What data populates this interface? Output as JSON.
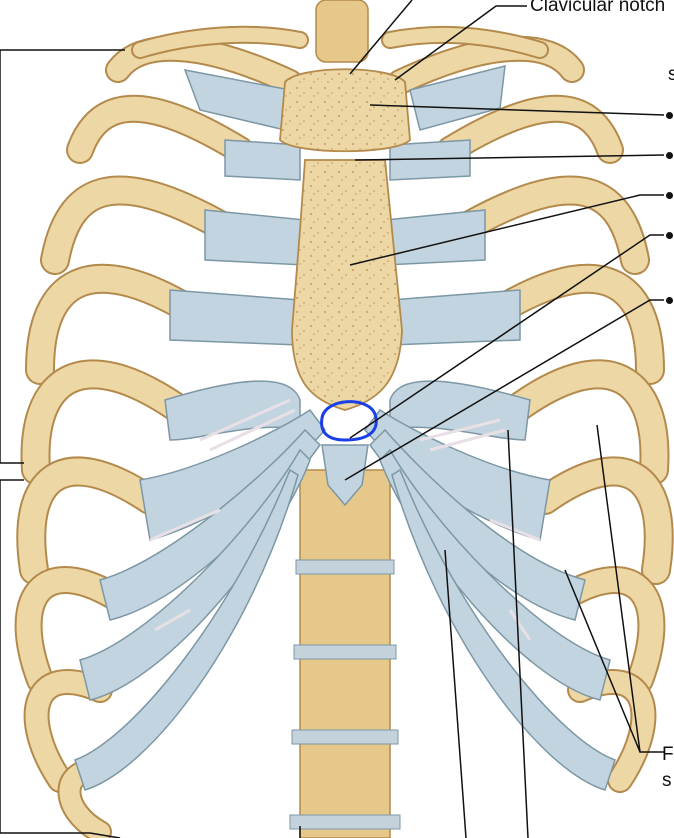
{
  "figure": {
    "labels": {
      "clavicular_notch": "Clavicular notch",
      "partial_s": "s",
      "partial_f": "F",
      "partial_s2": "s"
    },
    "colors": {
      "bone": "#ecd7a5",
      "bone_outline": "#b48a4c",
      "cartilage": "#c2d4df",
      "cartilage_outline": "#7c97a6",
      "ligament": "#e8e0e6",
      "vertebra": "#e6c88a",
      "disc": "#c4d2dc",
      "leader_line": "#111111",
      "highlight_circle": "#1a3fe6"
    }
  }
}
